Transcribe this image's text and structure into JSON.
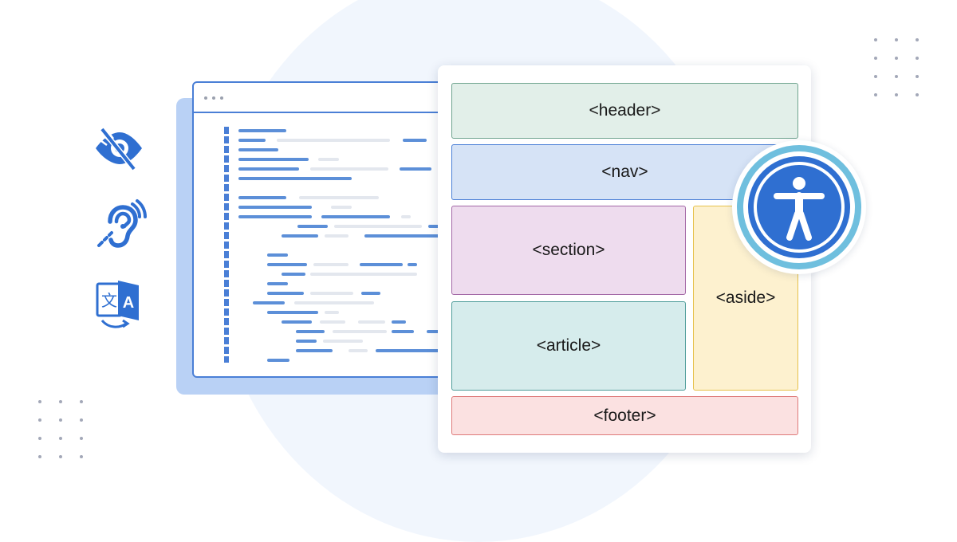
{
  "layout": {
    "header": "<header>",
    "nav": "<nav>",
    "section": "<section>",
    "article": "<article>",
    "aside": "<aside>",
    "footer": "<footer>"
  },
  "icons": {
    "left": [
      "eye-slash-icon",
      "hearing-impaired-icon",
      "translate-icon"
    ],
    "badge": "accessibility-icon"
  },
  "colors": {
    "accent": "#2f6fd1",
    "badge_ring": "#6fbfde",
    "header": "#e2efe9",
    "nav": "#d6e3f6",
    "section": "#eedcee",
    "aside": "#fdf1cf",
    "article": "#d6ecec",
    "footer": "#fbe1e1"
  }
}
